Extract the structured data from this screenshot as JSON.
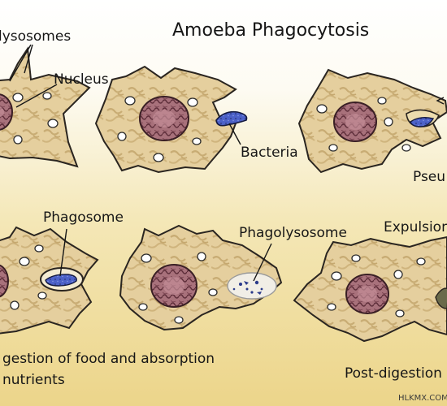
{
  "title": "Amoeba Phagocytosis",
  "labels": {
    "lysosomes": "lysosomes",
    "nucleus": "Nucleus",
    "bacteria": "Bacteria",
    "pseudopod": "Pseu",
    "phagosome": "Phagosome",
    "phagolysosome": "Phagolysosome",
    "expulsion": "Expulsion",
    "digestion_line1": "gestion of food and absorption",
    "digestion_line2": "nutrients",
    "post_digestion": "Post-digestion"
  },
  "watermark": "HLKMX.COM",
  "colors": {
    "cell_fill": "#e5cf9e",
    "cell_stroke": "#2a2520",
    "nucleus_fill": "#a8717b",
    "bacteria_fill": "#4c61c8",
    "vacuole_fill": "#ebe2c8"
  }
}
